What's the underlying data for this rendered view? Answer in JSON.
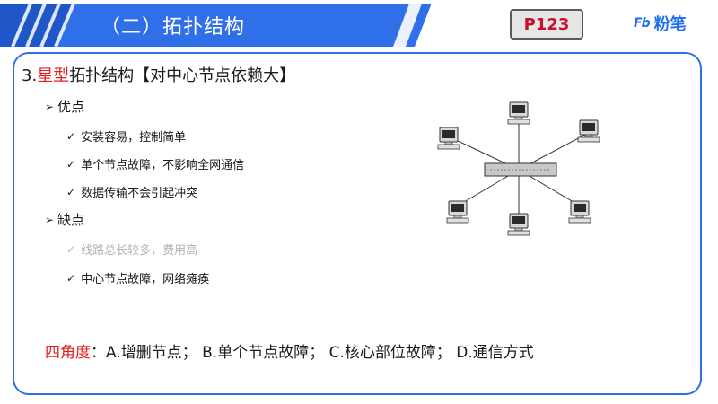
{
  "header": {
    "title": "（二）拓扑结构",
    "page_ref": "P123",
    "brand_mark": "Fb",
    "brand_name": "粉笔"
  },
  "heading": {
    "number": "3.",
    "highlight": "星型",
    "rest": "拓扑结构【对中心节点依赖大】"
  },
  "advantages": {
    "title": "优点",
    "items": [
      "安装容易，控制简单",
      "单个节点故障，不影响全网通信",
      "数据传输不会引起冲突"
    ]
  },
  "disadvantages": {
    "title": "缺点",
    "items": [
      "线路总长较多，费用高",
      "中心节点故障，网络瘫痪"
    ]
  },
  "bottom": {
    "label": "四角度",
    "text": "：A.增删节点；  B.单个节点故障；  C.核心部位故障；  D.通信方式"
  },
  "colors": {
    "accent_blue": "#2f6fe8",
    "highlight_red": "#e02020",
    "dim_gray": "#b3b3b3"
  }
}
